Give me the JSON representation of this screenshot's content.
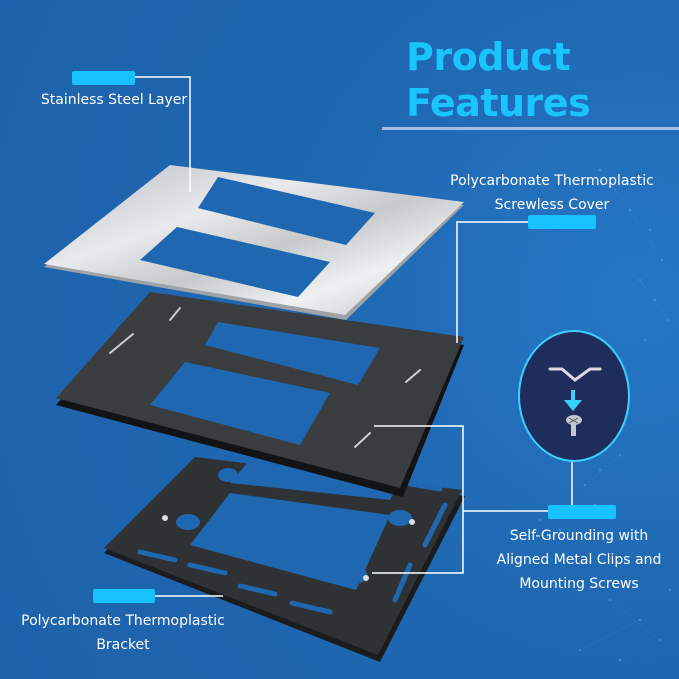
{
  "title": {
    "line1": "Product",
    "line2": "Features"
  },
  "callouts": [
    {
      "id": "stainless",
      "text": "Stainless Steel Layer"
    },
    {
      "id": "cover",
      "line1": "Polycarbonate Thermoplastic",
      "line2": "Screwless Cover"
    },
    {
      "id": "grounding",
      "line1": "Self-Grounding with",
      "line2": "Aligned Metal Clips and",
      "line3": "Mounting Screws"
    },
    {
      "id": "bracket",
      "line1": "Polycarbonate Thermoplastic",
      "line2": "Bracket"
    }
  ],
  "icons": {
    "detail": "metal-clip-arrow-screw-icon"
  },
  "colors": {
    "background": "#1f67b1",
    "accent": "#19c4ff",
    "rule": "#a9bde4",
    "steel": "#cfd2d5",
    "plate": "#3a3d40",
    "circle": "#1f2d5c"
  }
}
